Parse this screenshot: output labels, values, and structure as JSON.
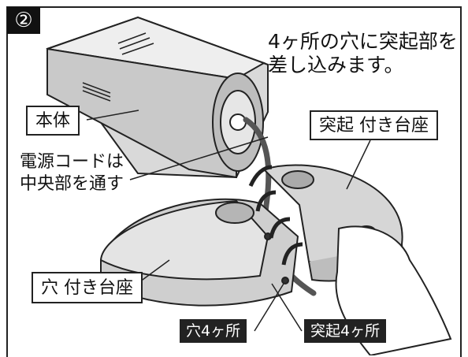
{
  "step_badge": "②",
  "instruction": {
    "line1": "4ヶ所の穴に突起部を",
    "line2": "差し込みます。"
  },
  "labels": {
    "body": "本体",
    "cord_line1": "電源コードは",
    "cord_line2": "中央部を通す",
    "protrusion_base": "突起 付き台座",
    "hole_base": "穴 付き台座",
    "holes_4": "穴4ヶ所",
    "protrusions_4": "突起4ヶ所"
  }
}
